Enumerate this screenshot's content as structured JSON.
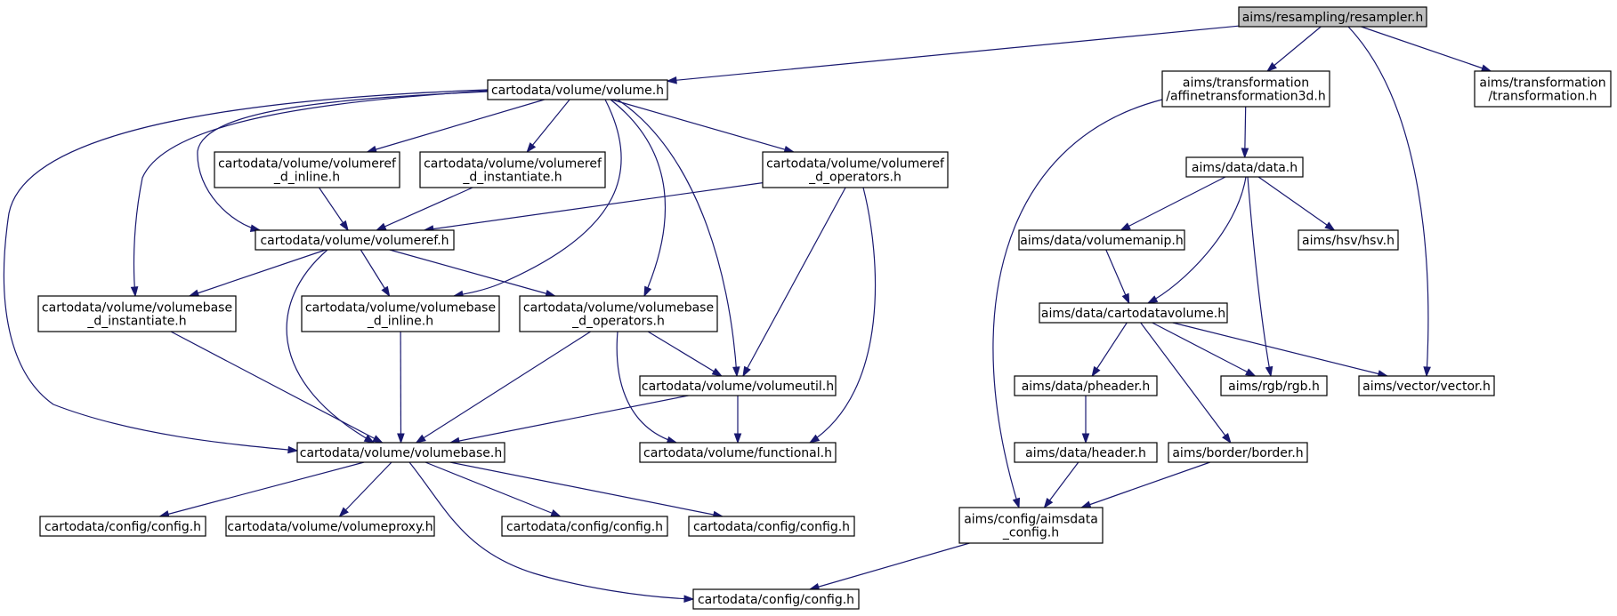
{
  "graph": {
    "edge_color": "#191970",
    "root_fill": "#bfbfbf",
    "nodes": [
      {
        "id": "resampler",
        "lines": [
          "aims/resampling/resampler.h"
        ],
        "root": true
      },
      {
        "id": "volume",
        "lines": [
          "cartodata/volume/volume.h"
        ]
      },
      {
        "id": "affine",
        "lines": [
          "aims/transformation",
          "/affinetransformation3d.h"
        ]
      },
      {
        "id": "transformation",
        "lines": [
          "aims/transformation",
          "/transformation.h"
        ]
      },
      {
        "id": "vref_inline",
        "lines": [
          "cartodata/volume/volumeref",
          "_d_inline.h"
        ]
      },
      {
        "id": "vref_inst",
        "lines": [
          "cartodata/volume/volumeref",
          "_d_instantiate.h"
        ]
      },
      {
        "id": "vref_ops",
        "lines": [
          "cartodata/volume/volumeref",
          "_d_operators.h"
        ]
      },
      {
        "id": "data",
        "lines": [
          "aims/data/data.h"
        ]
      },
      {
        "id": "volumeref",
        "lines": [
          "cartodata/volume/volumeref.h"
        ]
      },
      {
        "id": "volumemanip",
        "lines": [
          "aims/data/volumemanip.h"
        ]
      },
      {
        "id": "hsv",
        "lines": [
          "aims/hsv/hsv.h"
        ]
      },
      {
        "id": "vb_inst",
        "lines": [
          "cartodata/volume/volumebase",
          "_d_instantiate.h"
        ]
      },
      {
        "id": "vb_inline",
        "lines": [
          "cartodata/volume/volumebase",
          "_d_inline.h"
        ]
      },
      {
        "id": "vb_ops",
        "lines": [
          "cartodata/volume/volumebase",
          "_d_operators.h"
        ]
      },
      {
        "id": "cartodatavolume",
        "lines": [
          "aims/data/cartodatavolume.h"
        ]
      },
      {
        "id": "volumeutil",
        "lines": [
          "cartodata/volume/volumeutil.h"
        ]
      },
      {
        "id": "pheader",
        "lines": [
          "aims/data/pheader.h"
        ]
      },
      {
        "id": "rgb",
        "lines": [
          "aims/rgb/rgb.h"
        ]
      },
      {
        "id": "vector",
        "lines": [
          "aims/vector/vector.h"
        ]
      },
      {
        "id": "volumebase",
        "lines": [
          "cartodata/volume/volumebase.h"
        ]
      },
      {
        "id": "functional",
        "lines": [
          "cartodata/volume/functional.h"
        ]
      },
      {
        "id": "header",
        "lines": [
          "aims/data/header.h"
        ]
      },
      {
        "id": "border",
        "lines": [
          "aims/border/border.h"
        ]
      },
      {
        "id": "config1",
        "lines": [
          "cartodata/config/config.h"
        ]
      },
      {
        "id": "volumeproxy",
        "lines": [
          "cartodata/volume/volumeproxy.h"
        ]
      },
      {
        "id": "config2",
        "lines": [
          "cartodata/config/config.h"
        ]
      },
      {
        "id": "config3",
        "lines": [
          "cartodata/config/config.h"
        ]
      },
      {
        "id": "aimsdata_config",
        "lines": [
          "aims/config/aimsdata",
          "_config.h"
        ]
      },
      {
        "id": "config4",
        "lines": [
          "cartodata/config/config.h"
        ]
      }
    ],
    "edges": [
      [
        "resampler",
        "volume"
      ],
      [
        "resampler",
        "affine"
      ],
      [
        "resampler",
        "vector"
      ],
      [
        "resampler",
        "transformation"
      ],
      [
        "volume",
        "vref_inline"
      ],
      [
        "volume",
        "vref_inst"
      ],
      [
        "volume",
        "vref_ops"
      ],
      [
        "volume",
        "volumeref"
      ],
      [
        "volume",
        "vb_inst"
      ],
      [
        "volume",
        "vb_inline"
      ],
      [
        "volume",
        "vb_ops"
      ],
      [
        "volume",
        "volumeutil"
      ],
      [
        "volume",
        "volumebase"
      ],
      [
        "vref_inline",
        "volumeref"
      ],
      [
        "vref_inst",
        "volumeref"
      ],
      [
        "vref_ops",
        "volumeref"
      ],
      [
        "vref_ops",
        "volumeutil"
      ],
      [
        "vref_ops",
        "functional"
      ],
      [
        "volumeref",
        "vb_inst"
      ],
      [
        "volumeref",
        "vb_inline"
      ],
      [
        "volumeref",
        "vb_ops"
      ],
      [
        "volumeref",
        "volumebase"
      ],
      [
        "vb_inst",
        "volumebase"
      ],
      [
        "vb_inline",
        "volumebase"
      ],
      [
        "vb_ops",
        "volumebase"
      ],
      [
        "vb_ops",
        "volumeutil"
      ],
      [
        "vb_ops",
        "functional"
      ],
      [
        "volumeutil",
        "volumebase"
      ],
      [
        "volumeutil",
        "functional"
      ],
      [
        "volumebase",
        "config1"
      ],
      [
        "volumebase",
        "volumeproxy"
      ],
      [
        "volumebase",
        "config2"
      ],
      [
        "volumebase",
        "config3"
      ],
      [
        "volumebase",
        "config4"
      ],
      [
        "affine",
        "data"
      ],
      [
        "affine",
        "aimsdata_config"
      ],
      [
        "data",
        "volumemanip"
      ],
      [
        "data",
        "hsv"
      ],
      [
        "data",
        "cartodatavolume"
      ],
      [
        "data",
        "rgb"
      ],
      [
        "volumemanip",
        "cartodatavolume"
      ],
      [
        "cartodatavolume",
        "pheader"
      ],
      [
        "cartodatavolume",
        "rgb"
      ],
      [
        "cartodatavolume",
        "vector"
      ],
      [
        "cartodatavolume",
        "border"
      ],
      [
        "pheader",
        "header"
      ],
      [
        "header",
        "aimsdata_config"
      ],
      [
        "border",
        "aimsdata_config"
      ],
      [
        "aimsdata_config",
        "config4"
      ]
    ]
  }
}
